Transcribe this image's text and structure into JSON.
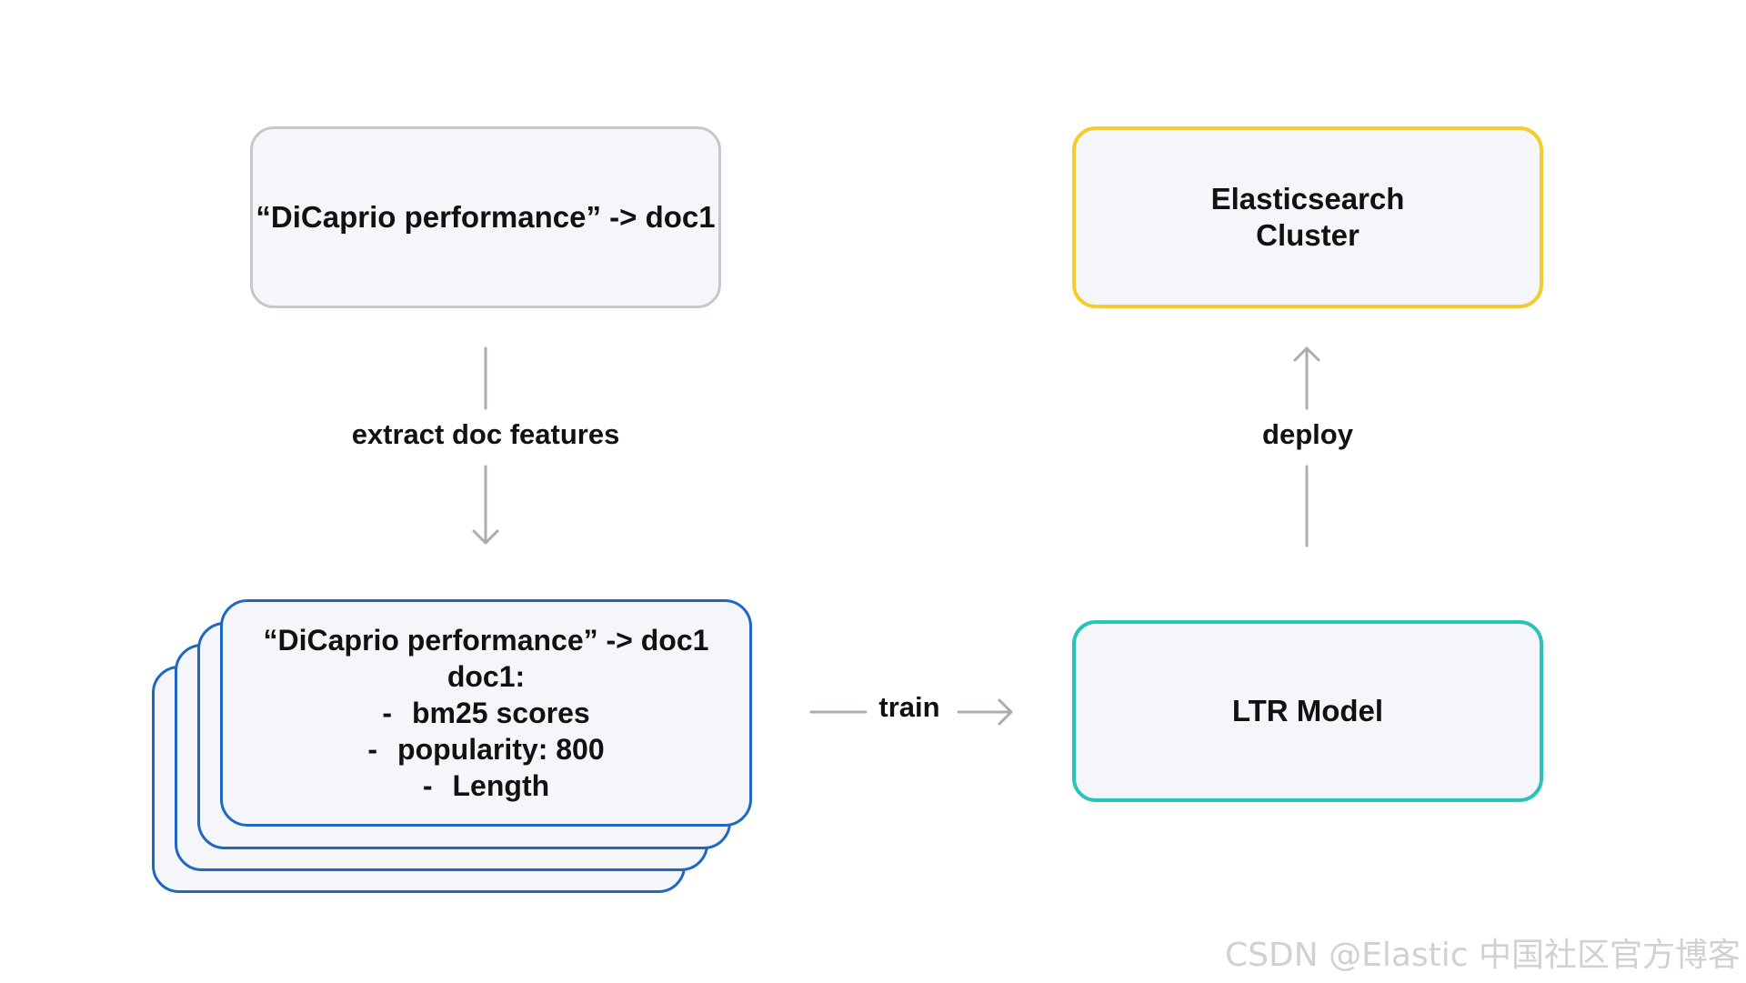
{
  "nodes": {
    "query_pair": {
      "text": "“DiCaprio performance” -> doc1"
    },
    "cluster": {
      "line1": "Elasticsearch",
      "line2": "Cluster"
    },
    "features": {
      "line1": "“DiCaprio performance” -> doc1",
      "line2": "doc1:",
      "bullets": [
        "bm25 scores",
        "popularity: 800",
        "Length"
      ],
      "bullet_marker": "-"
    },
    "model": {
      "text": "LTR Model"
    }
  },
  "edges": {
    "extract": {
      "label": "extract doc features"
    },
    "deploy": {
      "label": "deploy"
    },
    "train": {
      "label": "train"
    }
  },
  "colors": {
    "query_border": "#c4c8ce",
    "cluster_border": "#f3cd2f",
    "model_border": "#2cc3b7",
    "features_border": "#1f67c1",
    "box_fill": "#f4f6f9",
    "arrow": "#a9acb1"
  },
  "watermark": "CSDN @Elastic 中国社区官方博客"
}
